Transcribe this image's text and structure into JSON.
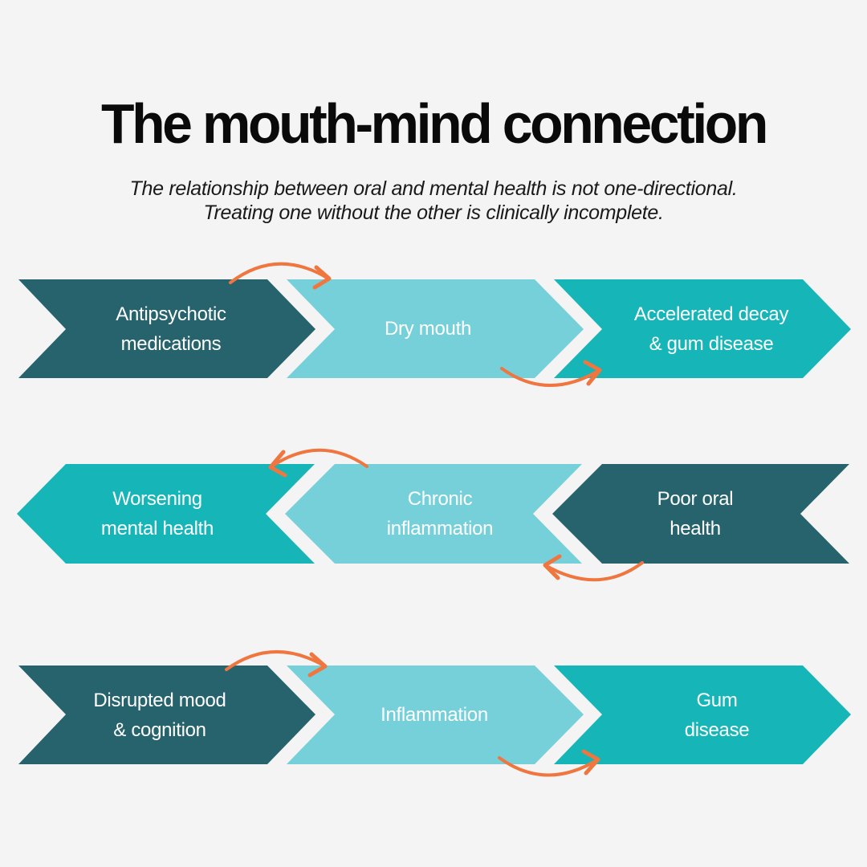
{
  "title": "The mouth-mind connection",
  "subtitle": {
    "line1": "The relationship between oral and mental health is not one-directional.",
    "line2": "Treating one without the other is clinically incomplete."
  },
  "colors": {
    "background": "#f4f4f4",
    "dark_teal": "#27636d",
    "light_teal": "#76d0d9",
    "teal": "#16b5b8",
    "arrow": "#f07640",
    "text_on_shape": "#ffffff"
  },
  "rows": [
    {
      "direction": "right",
      "steps": [
        {
          "line1": "Antipsychotic",
          "line2": "medications",
          "color": "dark_teal"
        },
        {
          "line1": "Dry mouth",
          "line2": "",
          "color": "light_teal"
        },
        {
          "line1": "Accelerated decay",
          "line2": "& gum disease",
          "color": "teal"
        }
      ]
    },
    {
      "direction": "left",
      "steps": [
        {
          "line1": "Worsening",
          "line2": "mental health",
          "color": "teal"
        },
        {
          "line1": "Chronic",
          "line2": "inflammation",
          "color": "light_teal"
        },
        {
          "line1": "Poor oral",
          "line2": "health",
          "color": "dark_teal"
        }
      ]
    },
    {
      "direction": "right",
      "steps": [
        {
          "line1": "Disrupted mood",
          "line2": "& cognition",
          "color": "dark_teal"
        },
        {
          "line1": "Inflammation",
          "line2": "",
          "color": "light_teal"
        },
        {
          "line1": "Gum",
          "line2": "disease",
          "color": "teal"
        }
      ]
    }
  ],
  "icons": {
    "curved_arrow": "curved-arrow-icon"
  }
}
